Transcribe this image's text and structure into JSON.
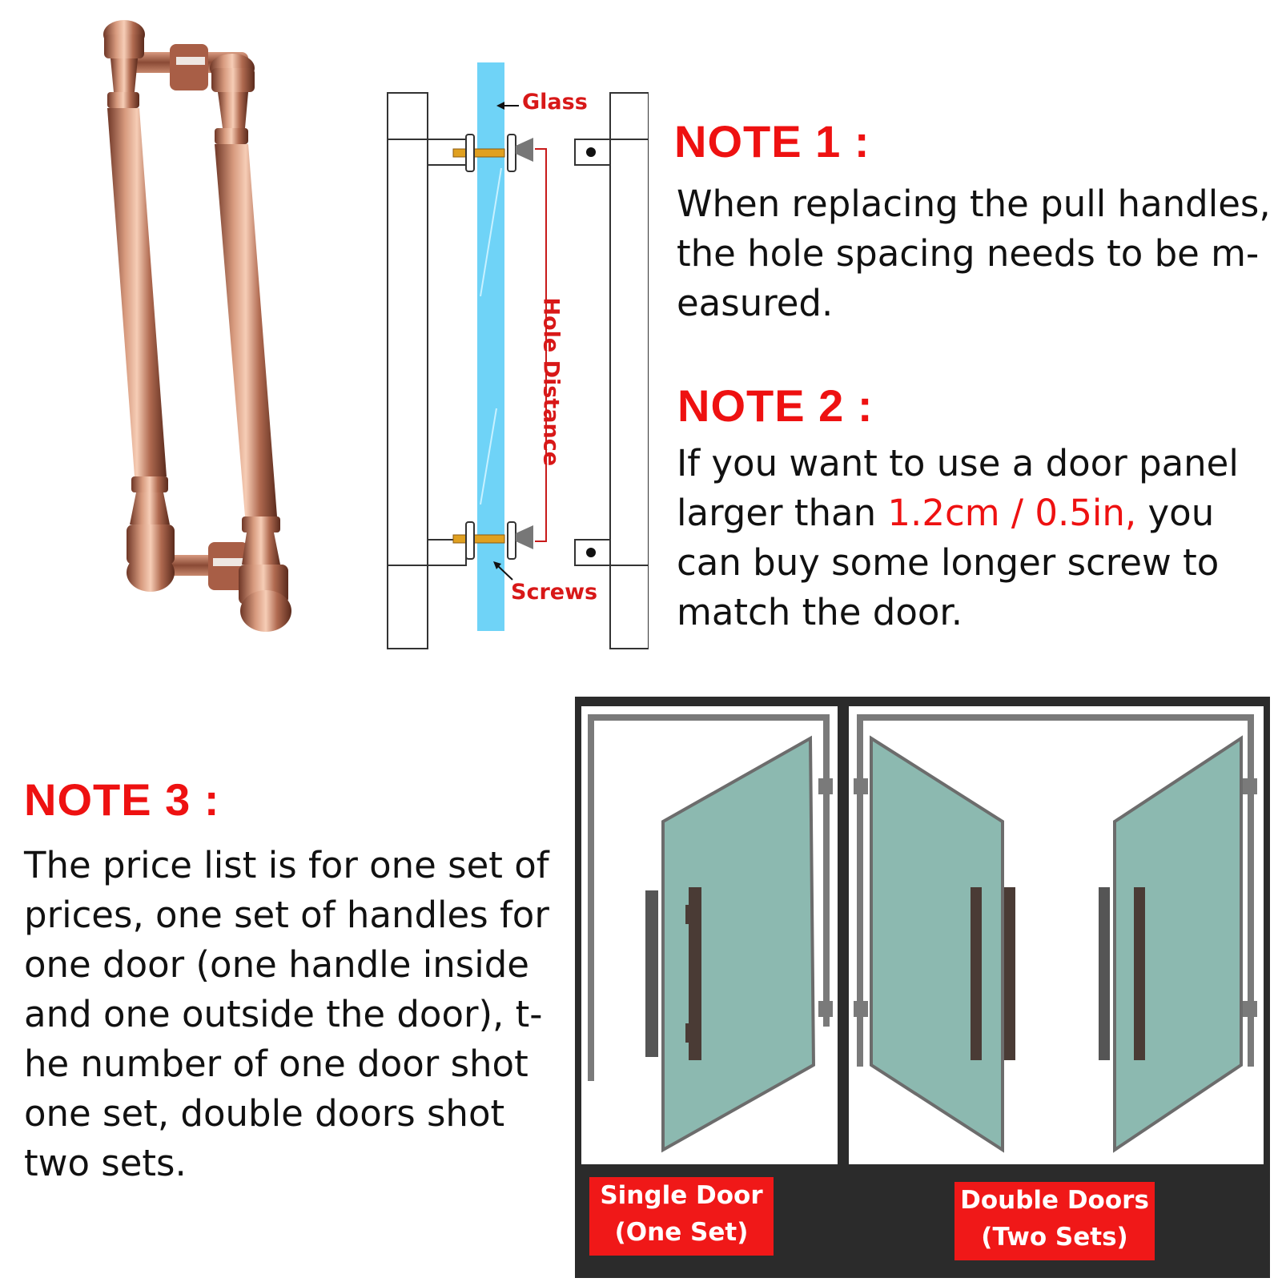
{
  "diagram": {
    "glass_label": "Glass",
    "hole_distance_label": "Hole Distance",
    "screws_label": "Screws"
  },
  "note1": {
    "title": "NOTE 1 :",
    "lines": [
      "When replacing the pull handles,",
      "the hole spacing needs to be m-",
      "easured."
    ]
  },
  "note2": {
    "title": "NOTE 2 :",
    "line1": "If you want to use a door panel",
    "line2_prefix": "larger than ",
    "line2_highlight": "1.2cm / 0.5in,",
    "line2_suffix": " you",
    "line3": "can buy some longer screw to",
    "line4": "match the door."
  },
  "note3": {
    "title": "NOTE 3 :",
    "lines": [
      "The price list is for one set of",
      "prices, one set of handles for",
      "one door (one handle inside",
      "and one outside the door), t-",
      "he number of one door shot",
      "one set, double doors shot",
      "two sets."
    ]
  },
  "doors": {
    "single": {
      "line1": "Single Door",
      "line2": "(One Set)"
    },
    "double": {
      "line1": "Double Doors",
      "line2": "(Two Sets)"
    }
  },
  "colors": {
    "accent_red": "#ee1111",
    "glass_blue": "#6fd3f7",
    "door_glass": "#8cb9b0",
    "handle_copper": "#b8705a"
  }
}
